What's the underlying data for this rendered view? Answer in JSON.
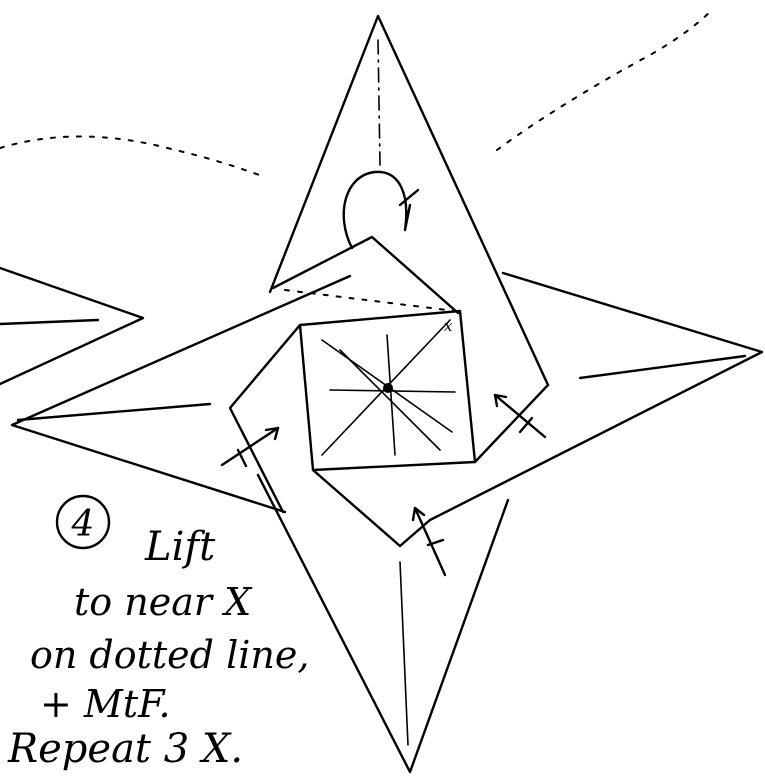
{
  "step": {
    "number": "4",
    "lines": [
      "Lift",
      "to near X",
      "on dotted line,",
      "+ MtF.",
      "Repeat 3 X."
    ]
  },
  "markers": {
    "corner_x": "x"
  }
}
